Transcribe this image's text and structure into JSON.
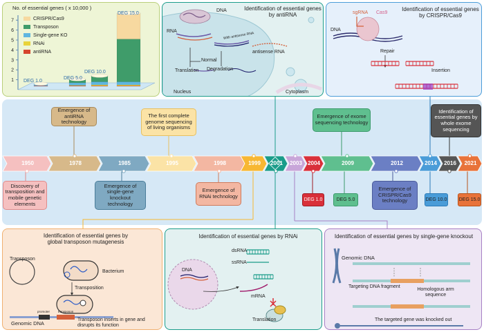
{
  "chart": {
    "title": "No. of essential genes ( x 10,000 )",
    "y_ticks": [
      "1",
      "2",
      "3",
      "4",
      "5",
      "6",
      "7"
    ],
    "legend": [
      {
        "name": "CRISPR/Cas9",
        "color": "#f7d9a0"
      },
      {
        "name": "Transposon",
        "color": "#3f9c6a"
      },
      {
        "name": "Single-gene KO",
        "color": "#5fb6e0"
      },
      {
        "name": "RNAi",
        "color": "#e8d33a"
      },
      {
        "name": "antiRNA",
        "color": "#d6452e"
      }
    ],
    "bar_labels": [
      "DEG 1.0",
      "DEG 5.0",
      "DEG 10.0",
      "DEG 15.0"
    ]
  },
  "chart_data": {
    "type": "bar",
    "title": "No. of essential genes ( x 10,000 )",
    "categories": [
      "DEG 1.0",
      "DEG 5.0",
      "DEG 10.0",
      "DEG 15.0"
    ],
    "ylim": [
      0,
      7.5
    ],
    "series": [
      {
        "name": "antiRNA",
        "values": [
          0.05,
          0.05,
          0.05,
          0.05
        ]
      },
      {
        "name": "RNAi",
        "values": [
          0,
          0.05,
          0.1,
          0.1
        ]
      },
      {
        "name": "Single-gene KO",
        "values": [
          0.2,
          0.25,
          0.3,
          0.3
        ]
      },
      {
        "name": "Transposon",
        "values": [
          0,
          0.35,
          0.6,
          4.3
        ]
      },
      {
        "name": "CRISPR/Cas9",
        "values": [
          0,
          0,
          0,
          2.6
        ]
      }
    ]
  },
  "panels": {
    "antirna_title": "Identification of essential genes by antiRNA",
    "antirna_labels": {
      "rna": "RNA",
      "dna": "DNA",
      "with_antisense": "With antisense RNA",
      "normal": "Normal",
      "antisense": "antisense RNA",
      "translation": "Translation",
      "degradation": "Degradation",
      "nucleus": "Nucleus",
      "cytoplasm": "Cytoplasm"
    },
    "crispr_title": "Identification of essential genes by CRISPR/Cas9",
    "crispr_labels": {
      "sgrna": "sgRNA",
      "cas9": "Cas9",
      "dna": "DNA",
      "repair": "Repair",
      "insertion": "Insertion"
    },
    "transposon_title": "Identification of essential genes by global transposon mutagenesis",
    "transposon_labels": {
      "transposon": "Transposon",
      "bacterium": "Bacterium",
      "transposition": "Transposition",
      "genomic_dna": "Genomic DNA",
      "inserts": "Transposon inserts in gene and disrupts its function",
      "promoter": "promoter",
      "transposon_small": "transposon"
    },
    "rnai_title": "Identification of essential genes by RNAi",
    "rnai_labels": {
      "dna": "DNA",
      "dsrna": "dsRNA",
      "ssrna": "ssRNA",
      "mrna": "mRNA",
      "translation": "Translation"
    },
    "ko_title": "Identification of essential genes by single-gene knockout",
    "ko_labels": {
      "genomic_dna": "Genomic DNA",
      "targeting": "Targeting DNA fragment",
      "homologous": "Homologous arm sequence",
      "knocked_out": "The targeted gene was knocked out"
    }
  },
  "timeline": {
    "years": [
      {
        "label": "1950",
        "color": "#f5c0c0"
      },
      {
        "label": "1978",
        "color": "#d7b98a"
      },
      {
        "label": "1985",
        "color": "#7fa9c2"
      },
      {
        "label": "1995",
        "color": "#fbe3a6"
      },
      {
        "label": "1998",
        "color": "#f3b7a2"
      },
      {
        "label": "1999",
        "color": "#f7b733"
      },
      {
        "label": "2001",
        "color": "#1a9c8a"
      },
      {
        "label": "2003",
        "color": "#c8a6d9"
      },
      {
        "label": "2004",
        "color": "#d9303a"
      },
      {
        "label": "2009",
        "color": "#5fbf8f"
      },
      {
        "label": "2012",
        "color": "#6b7fc4"
      },
      {
        "label": "2014",
        "color": "#4a9cd8"
      },
      {
        "label": "2016",
        "color": "#555555"
      },
      {
        "label": "2021",
        "color": "#e8733a"
      }
    ],
    "events_top": {
      "antirna": "Emergence of antiRNA technology",
      "genome": "The first complete genome sequencing of living organisms",
      "exome": "Emergence of exome sequencing technology",
      "whole_exome": "Identification of essential genes by whole exome sequencing"
    },
    "events_bottom": {
      "discovery": "Discovery of transposition and mobile genetic elements",
      "single_gene": "Emergence of single-gene knockout technology",
      "rnai": "Emergence of RNAi technology",
      "crispr": "Emergence of CRISPR/Cas9 technology"
    },
    "degs": {
      "d1": "DEG 1.0",
      "d5": "DEG 5.0",
      "d10": "DEG 10.0",
      "d15": "DEG 15.0"
    }
  }
}
